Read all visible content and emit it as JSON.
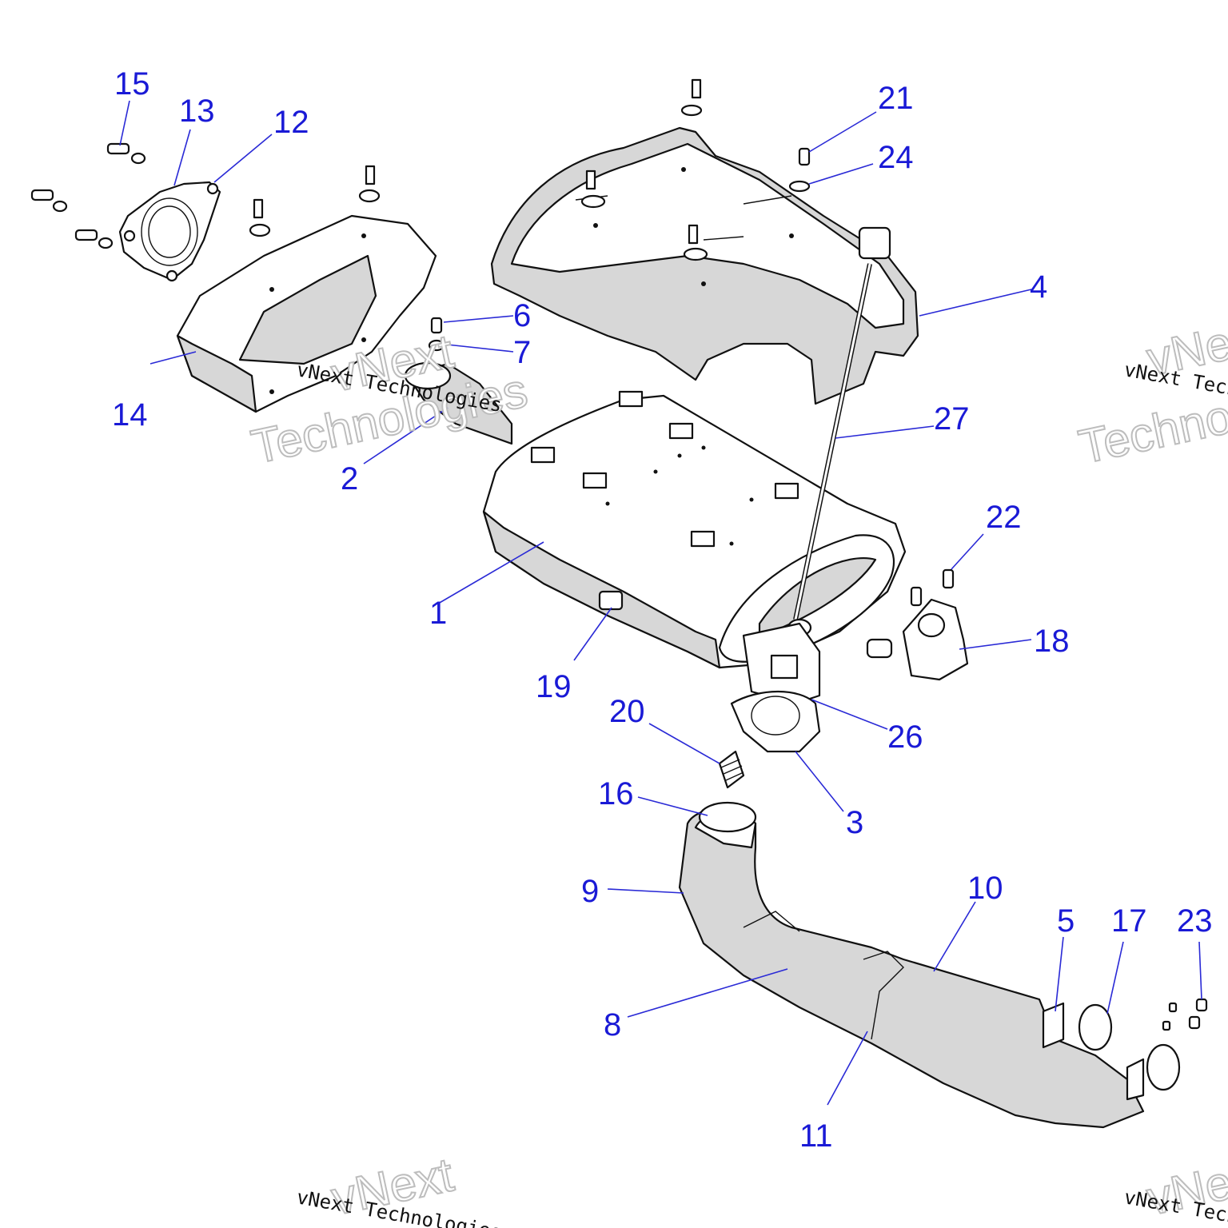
{
  "callouts": [
    "1",
    "2",
    "3",
    "4",
    "5",
    "6",
    "7",
    "8",
    "9",
    "10",
    "11",
    "12",
    "13",
    "14",
    "15",
    "16",
    "17",
    "18",
    "19",
    "20",
    "21",
    "22",
    "23",
    "24",
    "26",
    "27"
  ],
  "watermark": {
    "small": "vNext Technologies",
    "big_line1": "vNext",
    "big_line2": "Technologies"
  },
  "colors": {
    "callout": "#1a1ad6",
    "line_art": "#111111",
    "shading": "#d7d7d7"
  }
}
